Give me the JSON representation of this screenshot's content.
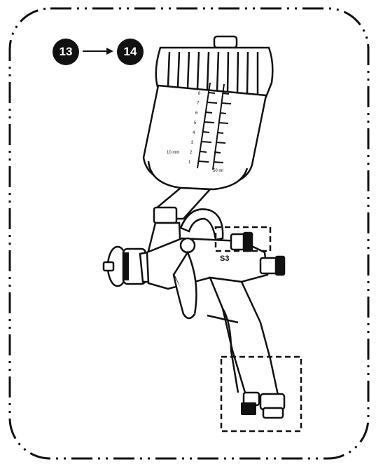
{
  "steps": {
    "from": "13",
    "to": "14"
  },
  "cup_scale": {
    "left_marks": [
      "1",
      "2",
      "3",
      "4",
      "5",
      "6",
      "7",
      "8"
    ],
    "bottom_left": "10 mm",
    "bottom_right": "50 ml"
  },
  "gun_marking": "S3",
  "colors": {
    "outline": "#111111",
    "badge": "#111111"
  },
  "icons": {
    "arrow": "arrow-right-icon"
  }
}
